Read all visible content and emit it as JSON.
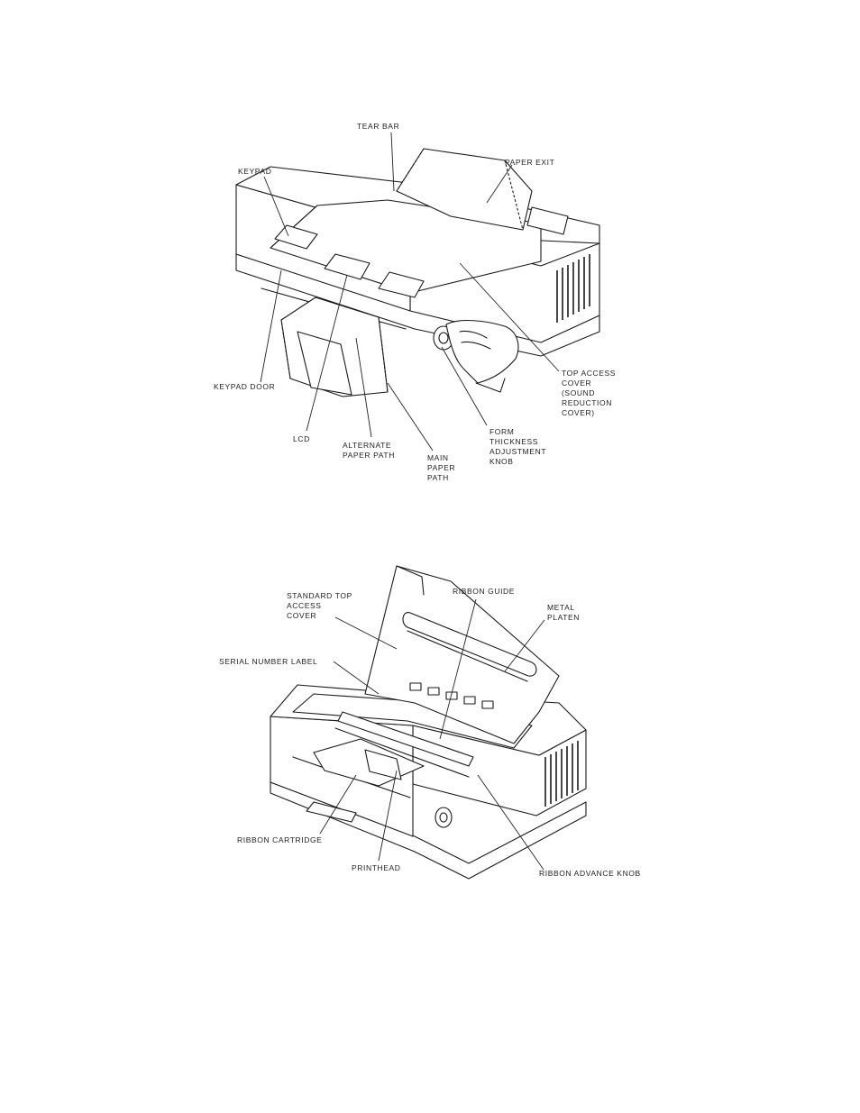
{
  "figure1": {
    "labels": {
      "tear_bar": "TEAR BAR",
      "paper_exit": "PAPER EXIT",
      "keypad": "KEYPAD",
      "top_access_cover": [
        "TOP ACCESS",
        "COVER",
        "(SOUND",
        "REDUCTION",
        "COVER)"
      ],
      "keypad_door": "KEYPAD DOOR",
      "form_thickness_knob": [
        "FORM",
        "THICKNESS",
        "ADJUSTMENT",
        "KNOB"
      ],
      "lcd": "LCD",
      "alternate_paper_path": [
        "ALTERNATE",
        "PAPER PATH"
      ],
      "main_paper_path": [
        "MAIN",
        "PAPER",
        "PATH"
      ]
    }
  },
  "figure2": {
    "labels": {
      "standard_top_access_cover": [
        "STANDARD TOP",
        "ACCESS",
        "COVER"
      ],
      "ribbon_guide": "RIBBON GUIDE",
      "metal_platen": [
        "METAL",
        "PLATEN"
      ],
      "serial_number_label": "SERIAL NUMBER LABEL",
      "ribbon_cartridge": "RIBBON CARTRIDGE",
      "printhead": "PRINTHEAD",
      "ribbon_advance_knob": "RIBBON ADVANCE KNOB"
    }
  }
}
